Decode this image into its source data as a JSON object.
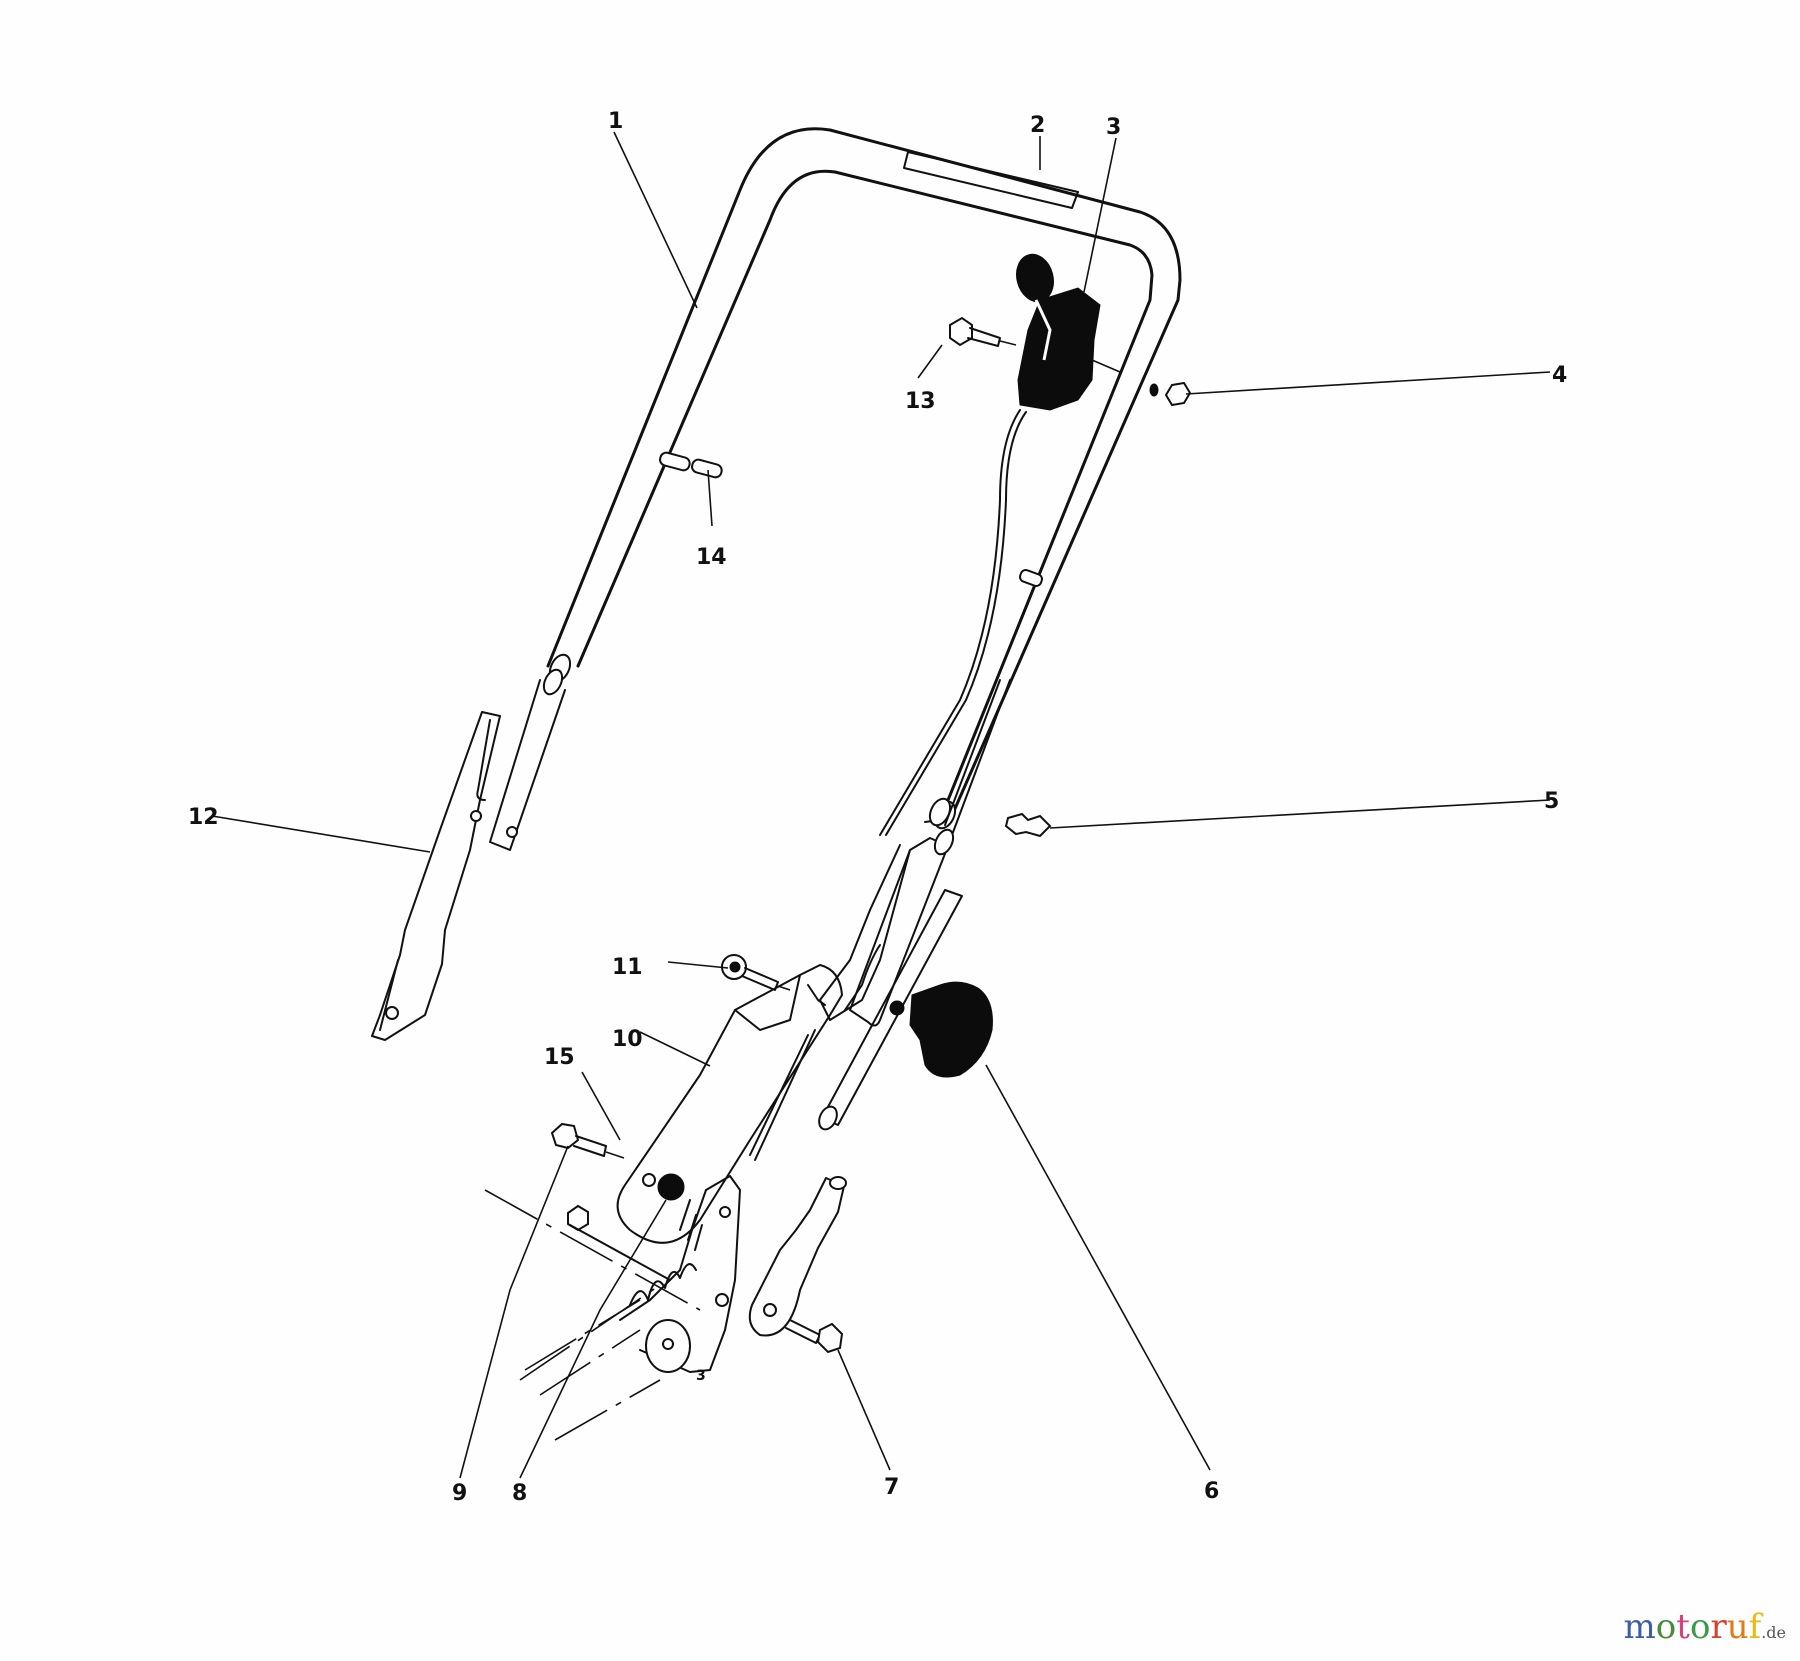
{
  "diagram": {
    "type": "exploded-parts-diagram",
    "subject": "lawn mower handle assembly",
    "callouts": [
      {
        "id": "1",
        "label": "1"
      },
      {
        "id": "2",
        "label": "2"
      },
      {
        "id": "3",
        "label": "3"
      },
      {
        "id": "4",
        "label": "4"
      },
      {
        "id": "5",
        "label": "5"
      },
      {
        "id": "6",
        "label": "6"
      },
      {
        "id": "7",
        "label": "7"
      },
      {
        "id": "8",
        "label": "8"
      },
      {
        "id": "9",
        "label": "9"
      },
      {
        "id": "10",
        "label": "10"
      },
      {
        "id": "11",
        "label": "11"
      },
      {
        "id": "12",
        "label": "12"
      },
      {
        "id": "13",
        "label": "13"
      },
      {
        "id": "14",
        "label": "14"
      },
      {
        "id": "15",
        "label": "15"
      }
    ],
    "plate_marking": "3"
  },
  "watermark": {
    "letters": [
      {
        "ch": "m",
        "color": "#3a5fa8"
      },
      {
        "ch": "o",
        "color": "#4a8a3c"
      },
      {
        "ch": "t",
        "color": "#d9407a"
      },
      {
        "ch": "o",
        "color": "#3a9a4a"
      },
      {
        "ch": "r",
        "color": "#d2432e"
      },
      {
        "ch": "u",
        "color": "#e07a1a"
      },
      {
        "ch": "f",
        "color": "#e9b914"
      }
    ],
    "tld": ".de"
  }
}
